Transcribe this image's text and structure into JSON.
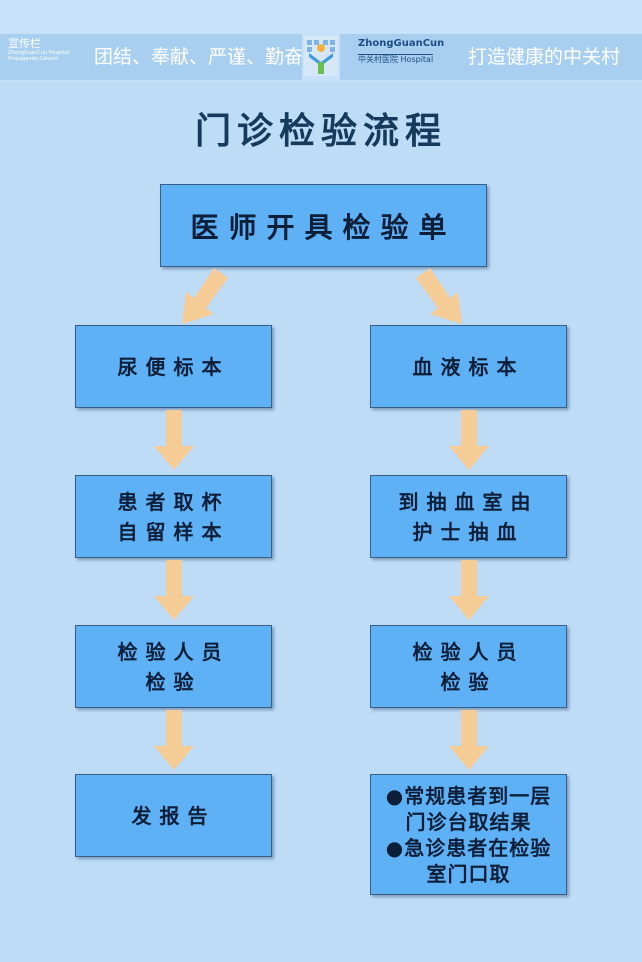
{
  "banner": {
    "bulletin_title": "宣传栏",
    "bulletin_en1": "ZhongGuanCun Hospital",
    "bulletin_en2": "Propaganda Column",
    "slogan_left": "团结、奉献、严谨、勤奋",
    "hospital_name_en": "ZhongGuanCun",
    "hospital_name_cn": "中关村医院 Hospital",
    "slogan_right": "打造健康的中关村"
  },
  "title": "门诊检验流程",
  "flow": {
    "start": "医师开具检验单",
    "left": [
      "尿便标本",
      "患者取杯\n自留样本",
      "检验人员\n检验",
      "发报告"
    ],
    "right": [
      "血液标本",
      "到抽血室由\n护士抽血",
      "检验人员\n检验"
    ],
    "right_final": [
      "●常规患者到一层",
      "门诊台取结果",
      "●急诊患者在检验",
      "室门口取"
    ]
  },
  "colors": {
    "background": "#bfdcf7",
    "box": "#5fb1f6",
    "arrow": "#f5cc95",
    "title": "#163a5c"
  }
}
